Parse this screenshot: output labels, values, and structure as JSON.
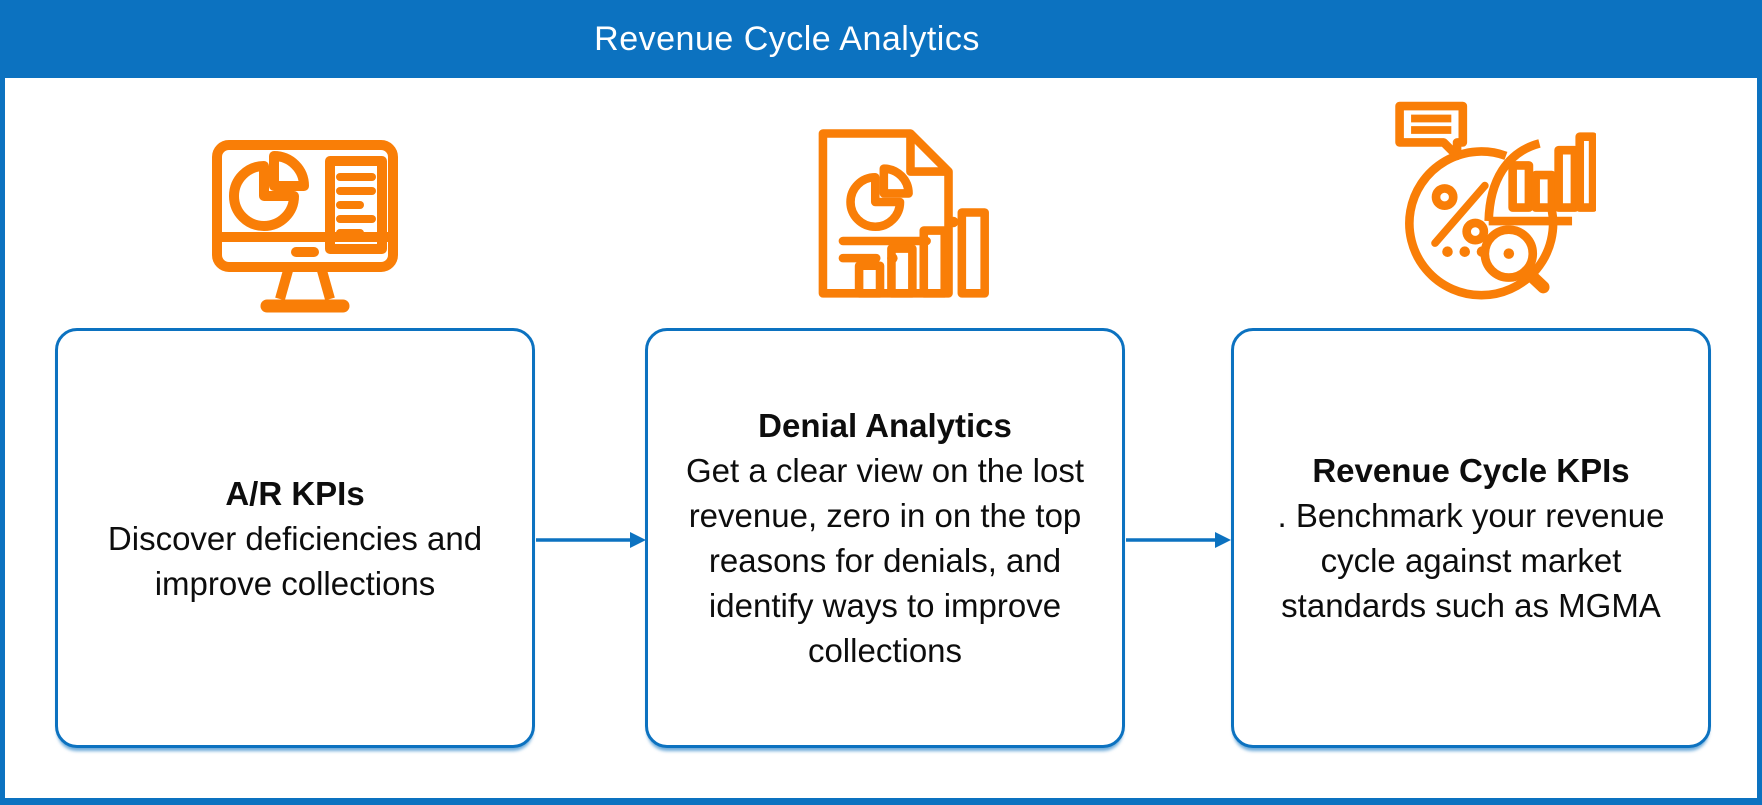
{
  "header": {
    "title": "Revenue Cycle Analytics"
  },
  "colors": {
    "accent_blue": "#0C72C0",
    "icon_orange": "#F97E07",
    "title_text": "#FFFFFF",
    "body_text": "#0D0D0D"
  },
  "cards": [
    {
      "icon": "monitor-pie-chart-icon",
      "title": "A/R KPIs",
      "body": "Discover deficiencies and improve collections"
    },
    {
      "icon": "report-pie-bar-chart-icon",
      "title": "Denial Analytics",
      "body": "Get a clear view on the lost revenue, zero in on the top reasons for denials, and identify ways to improve collections"
    },
    {
      "icon": "percent-magnifier-chart-icon",
      "title": "Revenue Cycle KPIs",
      "body": ". Benchmark your revenue cycle against market standards such as MGMA"
    }
  ],
  "connectors": [
    {
      "from": "A/R KPIs",
      "to": "Denial Analytics",
      "type": "arrow-right"
    },
    {
      "from": "Denial Analytics",
      "to": "Revenue Cycle KPIs",
      "type": "arrow-right"
    }
  ]
}
